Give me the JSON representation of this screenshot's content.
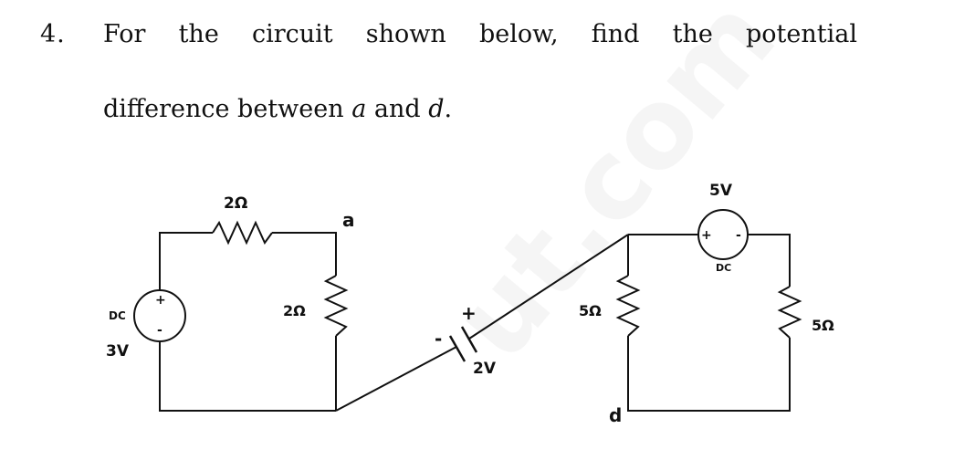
{
  "question": {
    "number": "4.",
    "line1_words": [
      "For",
      "the",
      "circuit",
      "shown",
      "below,",
      "find",
      "the",
      "potential"
    ],
    "line2_prefix": "difference between ",
    "node_a": "a",
    "line2_mid": " and ",
    "node_d": "d",
    "line2_suffix": "."
  },
  "circuit": {
    "r_top_label": "2Ω",
    "r_mid_label": "2Ω",
    "r_right1_label": "5Ω",
    "r_right2_label": "5Ω",
    "src_left_dc": "DC",
    "src_left_label": "3V",
    "src_left_plus": "+",
    "src_left_minus": "-",
    "battery_label": "2V",
    "battery_plus": "+",
    "battery_minus": "-",
    "src_top_label": "5V",
    "src_top_dc": "DC",
    "src_top_plus": "+",
    "src_top_minus": "-",
    "node_a_label": "a",
    "node_d_label": "d"
  },
  "watermark_text": "ut.com"
}
